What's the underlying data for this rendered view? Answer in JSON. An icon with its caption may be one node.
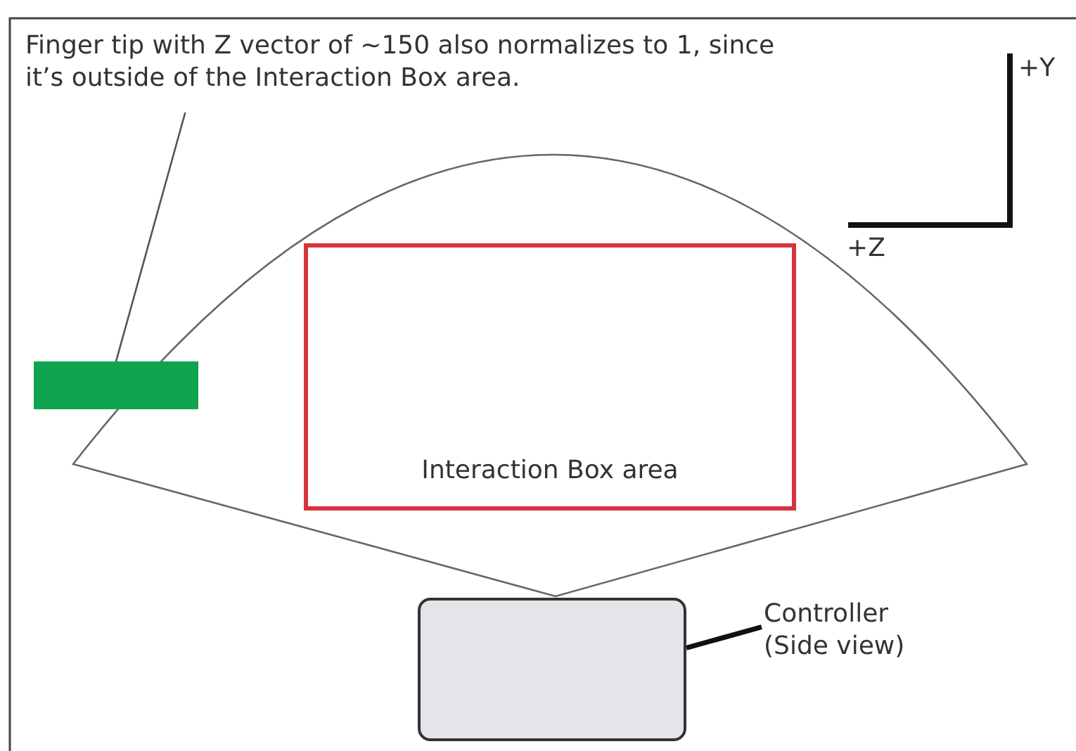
{
  "diagram": {
    "nodes": [
      {
        "text": [
          "Finger tip with Z vector of ~150 also normalizes to 1, since it’s outside of the Interaction Box area."
        ]
      },
      {
        "text": [],
        "shape": "bar"
      },
      {
        "text": [
          "Interaction Box area"
        ]
      },
      {
        "text": [],
        "shape": "box"
      },
      {
        "text": [
          "Controller (Side view)"
        ]
      }
    ],
    "edges": [
      {
        "from": 0,
        "to": 1,
        "arrow": "none"
      },
      {
        "from": 4,
        "to": 3,
        "arrow": "none",
        "style": "thick"
      }
    ],
    "labels": [
      "+Y",
      "+Z"
    ]
  }
}
